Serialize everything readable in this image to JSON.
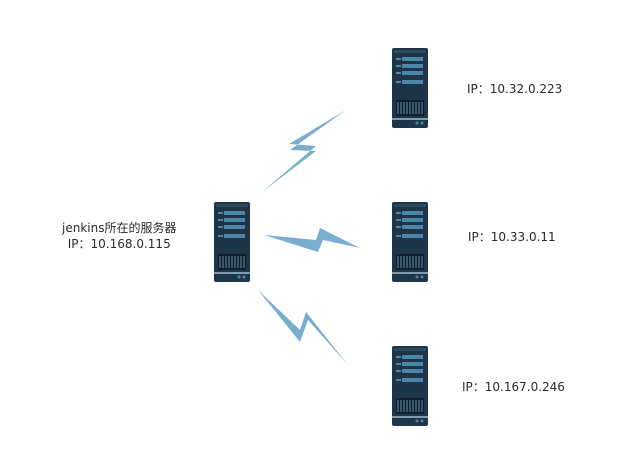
{
  "jenkins": {
    "name": "jenkins所在的服务器",
    "ip": "IP：10.168.0.115"
  },
  "targets": [
    {
      "ip": "IP：10.32.0.223"
    },
    {
      "ip": "IP：10.33.0.11"
    },
    {
      "ip": "IP：10.167.0.246"
    }
  ],
  "colors": {
    "bolt": "#7aaed0",
    "server_body": "#1e3547",
    "server_accent": "#4d86aa"
  }
}
